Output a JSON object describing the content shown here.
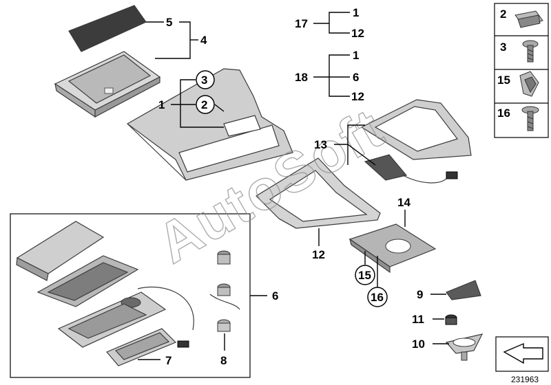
{
  "callouts": {
    "c1": "1",
    "c2": "2",
    "c3": "3",
    "c4": "4",
    "c5": "5",
    "c6": "6",
    "c7": "7",
    "c8": "8",
    "c9": "9",
    "c10": "10",
    "c11": "11",
    "c12": "12",
    "c13": "13",
    "c14": "14",
    "c15": "15",
    "c16": "16"
  },
  "groups": {
    "g17": {
      "parent": "17",
      "children": [
        "1",
        "12"
      ]
    },
    "g18": {
      "parent": "18",
      "children": [
        "1",
        "6",
        "12"
      ]
    }
  },
  "sidebar": {
    "items": [
      {
        "num": "2",
        "icon": "clip-nut-icon"
      },
      {
        "num": "3",
        "icon": "screw-icon"
      },
      {
        "num": "15",
        "icon": "spring-clip-icon"
      },
      {
        "num": "16",
        "icon": "bolt-icon"
      }
    ]
  },
  "watermark": "AutoSoft",
  "doc_number": "231963",
  "colors": {
    "part_fill": "#dcdcdc",
    "part_dark": "#4a4a4a",
    "line": "#000000"
  }
}
